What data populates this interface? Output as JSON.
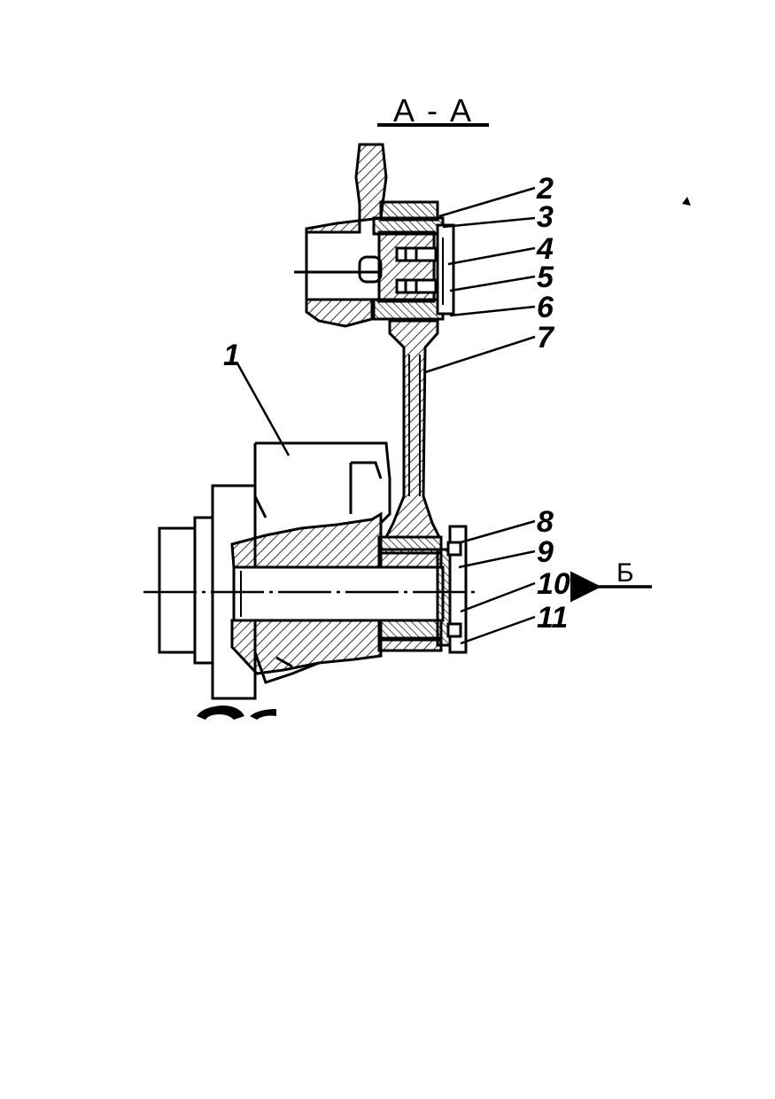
{
  "section_title": "А - А",
  "view_label": "Б",
  "callouts": [
    {
      "id": "1",
      "label": "1"
    },
    {
      "id": "2",
      "label": "2"
    },
    {
      "id": "3",
      "label": "3"
    },
    {
      "id": "4",
      "label": "4"
    },
    {
      "id": "5",
      "label": "5"
    },
    {
      "id": "6",
      "label": "6"
    },
    {
      "id": "7",
      "label": "7"
    },
    {
      "id": "8",
      "label": "8"
    },
    {
      "id": "9",
      "label": "9"
    },
    {
      "id": "10",
      "label": "10"
    },
    {
      "id": "11",
      "label": "11"
    }
  ],
  "colors": {
    "ink": "#000000",
    "paper": "#ffffff"
  }
}
